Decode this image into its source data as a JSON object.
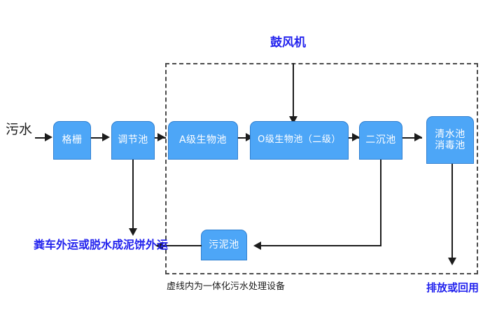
{
  "diagram": {
    "title_note": "虚线内为一体化污水处理设备",
    "blower_label": "鼓风机",
    "inlet_label": "污水",
    "sludge_disposal_label": "粪车外运或脱水成泥饼外运",
    "discharge_label": "排放或回用",
    "nodes": [
      {
        "id": "grid",
        "label": "格栅"
      },
      {
        "id": "equalize",
        "label": "调节池"
      },
      {
        "id": "a-stage",
        "label": "A级生物池"
      },
      {
        "id": "o-stage",
        "label": "O级生物池（二级）"
      },
      {
        "id": "clarifier",
        "label": "二沉池"
      },
      {
        "id": "clearwater",
        "label": "清水池\n消毒池"
      },
      {
        "id": "sludge",
        "label": "污泥池"
      }
    ],
    "colors": {
      "node_fill": "#4da6f7",
      "node_border": "#2f7fd0",
      "node_text": "#ffffff",
      "annotation_blue": "#2222ee",
      "annotation_black": "#1a1a1a",
      "connector": "#1c1c1c",
      "dashed_border": "#4a4a4a",
      "background": "#ffffff"
    }
  }
}
